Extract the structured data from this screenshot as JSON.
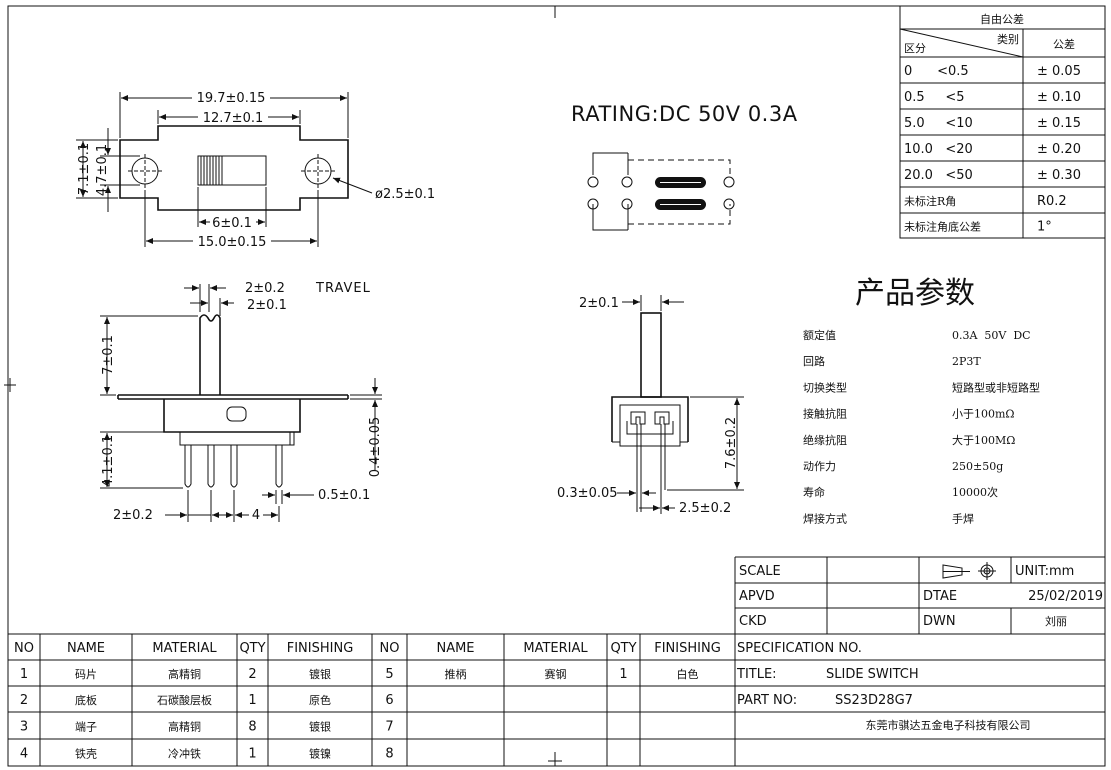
{
  "rating": "RATING:DC  50V  0.3A",
  "dims": {
    "top_overall": "19.7±0.15",
    "top_inner": "12.7±0.1",
    "top_height_outer": "7.1±0.1",
    "top_height_inner": "4.7±0.1",
    "hole": "ø2.5±0.1",
    "top_knob": "6±0.1",
    "top_bottom": "15.0±0.15",
    "travel_a": "2±0.2",
    "travel_word": "TRAVEL",
    "travel_b": "2±0.1",
    "side_knob_h": "7±0.1",
    "side_pin_h": "4.1±0.1",
    "side_plate": "0.4±0.05",
    "side_pin_w": "0.5±0.1",
    "side_gap1": "2±0.2",
    "side_pitch": "4",
    "end_knob_w": "2±0.1",
    "end_height": "7.6±0.2",
    "end_pin_t": "0.3±0.05",
    "end_pin_gap": "2.5±0.2"
  },
  "tolerance": {
    "title": "自由公差",
    "header_type": "类别",
    "header_range": "区分",
    "header_tol": "公差",
    "rows": [
      {
        "range": "0      <0.5",
        "tol": "± 0.05"
      },
      {
        "range": "0.5     <5",
        "tol": "± 0.10"
      },
      {
        "range": "5.0     <10",
        "tol": "± 0.15"
      },
      {
        "range": "10.0   <20",
        "tol": "± 0.20"
      },
      {
        "range": "20.0   <50",
        "tol": "± 0.30"
      },
      {
        "range": "未标注R角",
        "tol": "R0.2"
      },
      {
        "range": "未标注角底公差",
        "tol": "1°"
      }
    ]
  },
  "params": {
    "title": "产品参数",
    "rows": [
      {
        "label": "额定值",
        "value": "0.3A  50V  DC"
      },
      {
        "label": "回路",
        "value": "2P3T"
      },
      {
        "label": "切换类型",
        "value": "短路型或非短路型"
      },
      {
        "label": "接触抗阻",
        "value": "小于100mΩ"
      },
      {
        "label": "绝缘抗阻",
        "value": "大于100MΩ"
      },
      {
        "label": "动作力",
        "value": "250±50g"
      },
      {
        "label": "寿命",
        "value": "10000次"
      },
      {
        "label": "焊接方式",
        "value": "手焊"
      }
    ]
  },
  "titleblock": {
    "scale": "SCALE",
    "unit": "UNIT:mm",
    "apvd": "APVD",
    "dtae": "DTAE",
    "date": "25/02/2019",
    "ckd": "CKD",
    "dwn": "DWN",
    "drawer": "刘丽",
    "spec": "SPECIFICATION NO.",
    "title_label": "TITLE:",
    "title_value": "SLIDE  SWITCH",
    "part_label": "PART NO:",
    "part_value": "SS23D28G7",
    "company": "东莞市骐达五金电子科技有限公司"
  },
  "bom": {
    "headers": [
      "NO",
      "NAME",
      "MATERIAL",
      "QTY",
      "FINISHING",
      "NO",
      "NAME",
      "MATERIAL",
      "QTY",
      "FINISHING"
    ],
    "rows": [
      [
        "1",
        "码片",
        "高精铜",
        "2",
        "镀银",
        "5",
        "推柄",
        "赛钢",
        "1",
        "白色"
      ],
      [
        "2",
        "底板",
        "石碳酸层板",
        "1",
        "原色",
        "6",
        "",
        "",
        "",
        ""
      ],
      [
        "3",
        "端子",
        "高精铜",
        "8",
        "镀银",
        "7",
        "",
        "",
        "",
        ""
      ],
      [
        "4",
        "铁壳",
        "冷冲铁",
        "1",
        "镀镍",
        "8",
        "",
        "",
        "",
        ""
      ]
    ]
  }
}
